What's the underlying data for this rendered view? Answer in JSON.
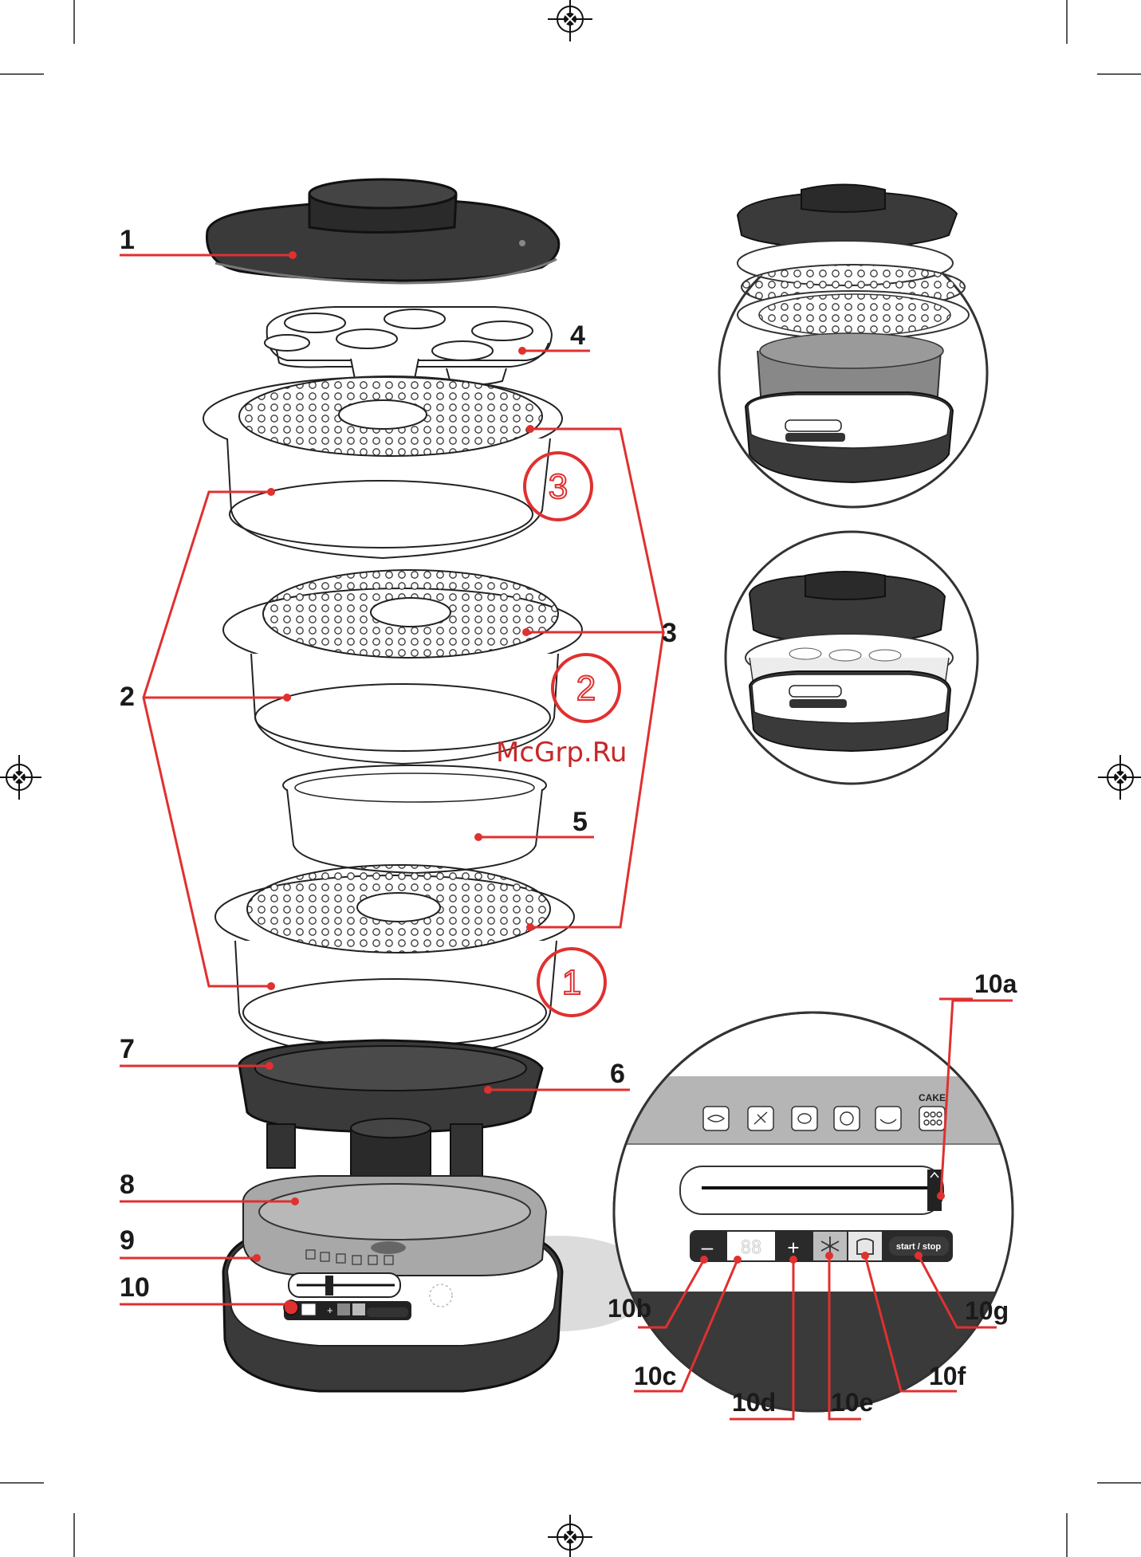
{
  "watermark": "McGrp.Ru",
  "callouts": {
    "c1": "1",
    "c2": "2",
    "c3": "3",
    "c4": "4",
    "c5": "5",
    "c6": "6",
    "c7": "7",
    "c8": "8",
    "c9": "9",
    "c10": "10",
    "c10a": "10a",
    "c10b": "10b",
    "c10c": "10c",
    "c10d": "10d",
    "c10e": "10e",
    "c10f": "10f",
    "c10g": "10g"
  },
  "tier_numbers": {
    "tier1": "1",
    "tier2": "2",
    "tier3": "3"
  },
  "panel": {
    "cake_label": "CAKE",
    "display": "88",
    "minus": "–",
    "plus": "+",
    "start_stop": "start / stop"
  },
  "colors": {
    "callout_line": "#e03030",
    "dark_part": "#333333",
    "grey_part": "#a8a8a8"
  },
  "icons": [
    "registration-mark-icon",
    "fish-icon",
    "vegetable-icon",
    "egg-icon",
    "poultry-icon",
    "rice-icon",
    "cake-icon",
    "snowflake-icon",
    "keep-warm-icon"
  ]
}
